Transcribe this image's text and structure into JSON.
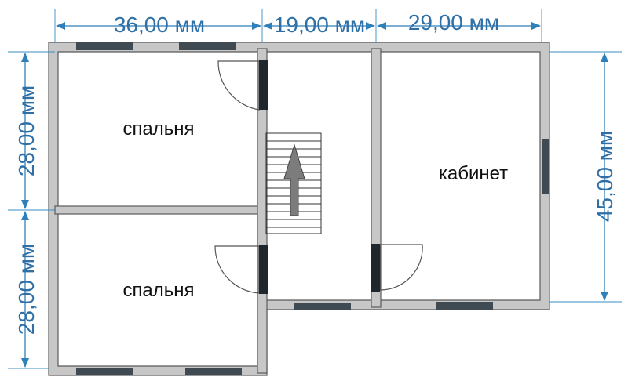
{
  "dimensions": {
    "top_left": "36,00 мм",
    "top_middle": "19,00 мм",
    "top_right": "29,00 мм",
    "left_upper": "28,00 мм",
    "left_lower": "28,00 мм",
    "right": "45,00 мм"
  },
  "rooms": {
    "bedroom_top": "спальня",
    "bedroom_bottom": "спальня",
    "study": "кабинет"
  },
  "colors": {
    "dimension": "#2f7fb8",
    "wall_fill": "#c7c7c7",
    "window": "#3f4a52"
  }
}
